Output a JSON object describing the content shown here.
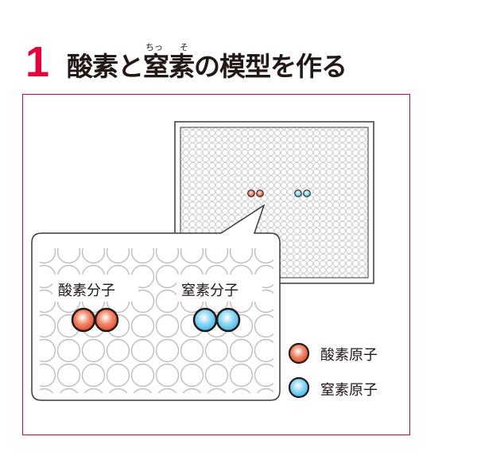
{
  "header": {
    "number": "1",
    "title": "酸素と窒素の模型を作る",
    "ruby_1": "ちっ",
    "ruby_2": "そ"
  },
  "callout": {
    "oxygen_molecule_label": "酸素分子",
    "nitrogen_molecule_label": "窒素分子"
  },
  "legend": [
    {
      "label": "酸素原子",
      "color": "#e8553a"
    },
    {
      "label": "窒素原子",
      "color": "#5bc4ee"
    }
  ],
  "colors": {
    "accent": "#e4003d",
    "oxygen": "#e8553a",
    "nitrogen": "#5bc4ee"
  }
}
